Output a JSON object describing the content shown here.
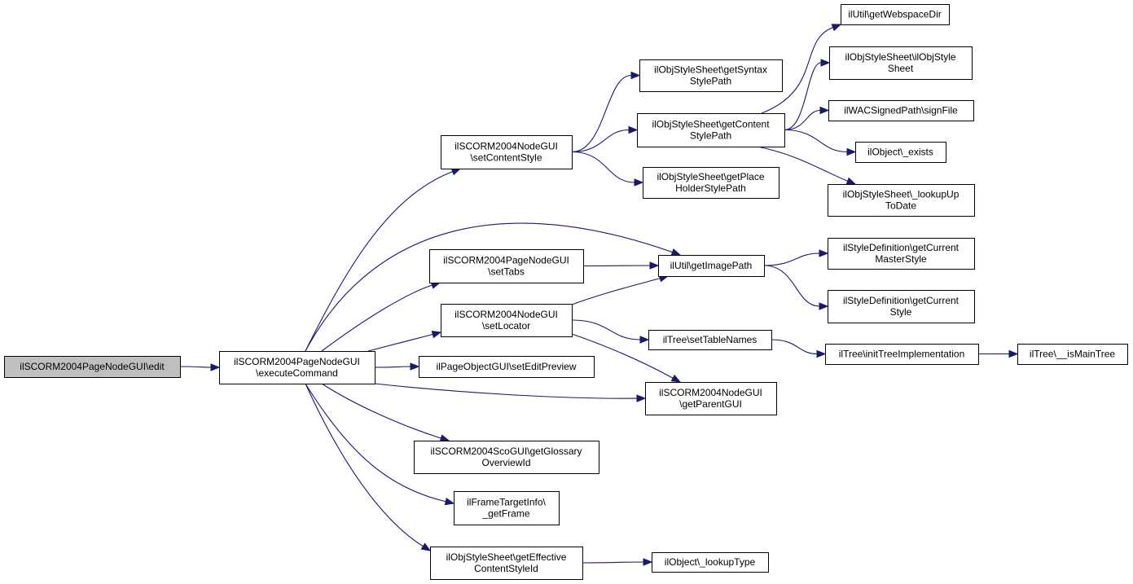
{
  "diagram": {
    "type": "call-graph",
    "colors": {
      "edge": "#191970",
      "node_border": "#000000",
      "node_fill": "#ffffff",
      "root_fill": "#bfbfbf"
    },
    "nodes": [
      {
        "id": "n0",
        "lines": [
          "ilSCORM2004PageNodeGUI\\edit"
        ],
        "root": true
      },
      {
        "id": "n1",
        "lines": [
          "ilSCORM2004PageNodeGUI",
          "\\executeCommand"
        ]
      },
      {
        "id": "n2",
        "lines": [
          "ilSCORM2004NodeGUI",
          "\\setContentStyle"
        ]
      },
      {
        "id": "n3",
        "lines": [
          "ilSCORM2004PageNodeGUI",
          "\\setTabs"
        ]
      },
      {
        "id": "n4",
        "lines": [
          "ilSCORM2004NodeGUI",
          "\\setLocator"
        ]
      },
      {
        "id": "n5",
        "lines": [
          "ilPageObjectGUI\\setEditPreview"
        ]
      },
      {
        "id": "n6",
        "lines": [
          "ilSCORM2004ScoGUI\\getGlossary",
          "OverviewId"
        ]
      },
      {
        "id": "n7",
        "lines": [
          "ilFrameTargetInfo\\",
          "_getFrame"
        ]
      },
      {
        "id": "n8",
        "lines": [
          "ilObjStyleSheet\\getEffective",
          "ContentStyleId"
        ]
      },
      {
        "id": "n9",
        "lines": [
          "ilObjStyleSheet\\getSyntax",
          "StylePath"
        ]
      },
      {
        "id": "n10",
        "lines": [
          "ilObjStyleSheet\\getContent",
          "StylePath"
        ]
      },
      {
        "id": "n11",
        "lines": [
          "ilObjStyleSheet\\getPlace",
          "HolderStylePath"
        ]
      },
      {
        "id": "n12",
        "lines": [
          "ilUtil\\getImagePath"
        ]
      },
      {
        "id": "n13",
        "lines": [
          "ilTree\\setTableNames"
        ]
      },
      {
        "id": "n14",
        "lines": [
          "ilSCORM2004NodeGUI",
          "\\getParentGUI"
        ]
      },
      {
        "id": "n15",
        "lines": [
          "ilObject\\_lookupType"
        ]
      },
      {
        "id": "n16",
        "lines": [
          "ilUtil\\getWebspaceDir"
        ]
      },
      {
        "id": "n17",
        "lines": [
          "ilObjStyleSheet\\ilObjStyle",
          "Sheet"
        ]
      },
      {
        "id": "n18",
        "lines": [
          "ilWACSignedPath\\signFile"
        ]
      },
      {
        "id": "n19",
        "lines": [
          "ilObject\\_exists"
        ]
      },
      {
        "id": "n20",
        "lines": [
          "ilObjStyleSheet\\_lookupUp",
          "ToDate"
        ]
      },
      {
        "id": "n21",
        "lines": [
          "ilStyleDefinition\\getCurrent",
          "MasterStyle"
        ]
      },
      {
        "id": "n22",
        "lines": [
          "ilStyleDefinition\\getCurrent",
          "Style"
        ]
      },
      {
        "id": "n23",
        "lines": [
          "ilTree\\initTreeImplementation"
        ]
      },
      {
        "id": "n24",
        "lines": [
          "ilTree\\__isMainTree"
        ]
      }
    ],
    "edges": [
      {
        "from": "n0",
        "to": "n1"
      },
      {
        "from": "n1",
        "to": "n2"
      },
      {
        "from": "n1",
        "to": "n12"
      },
      {
        "from": "n1",
        "to": "n3"
      },
      {
        "from": "n1",
        "to": "n4"
      },
      {
        "from": "n1",
        "to": "n5"
      },
      {
        "from": "n1",
        "to": "n14"
      },
      {
        "from": "n1",
        "to": "n6"
      },
      {
        "from": "n1",
        "to": "n7"
      },
      {
        "from": "n1",
        "to": "n8"
      },
      {
        "from": "n2",
        "to": "n9"
      },
      {
        "from": "n2",
        "to": "n10"
      },
      {
        "from": "n2",
        "to": "n11"
      },
      {
        "from": "n10",
        "to": "n16"
      },
      {
        "from": "n10",
        "to": "n17"
      },
      {
        "from": "n10",
        "to": "n18"
      },
      {
        "from": "n10",
        "to": "n19"
      },
      {
        "from": "n10",
        "to": "n20"
      },
      {
        "from": "n3",
        "to": "n12"
      },
      {
        "from": "n4",
        "to": "n12"
      },
      {
        "from": "n4",
        "to": "n13"
      },
      {
        "from": "n4",
        "to": "n14"
      },
      {
        "from": "n12",
        "to": "n21"
      },
      {
        "from": "n12",
        "to": "n22"
      },
      {
        "from": "n13",
        "to": "n23"
      },
      {
        "from": "n23",
        "to": "n24"
      },
      {
        "from": "n8",
        "to": "n15"
      }
    ]
  }
}
